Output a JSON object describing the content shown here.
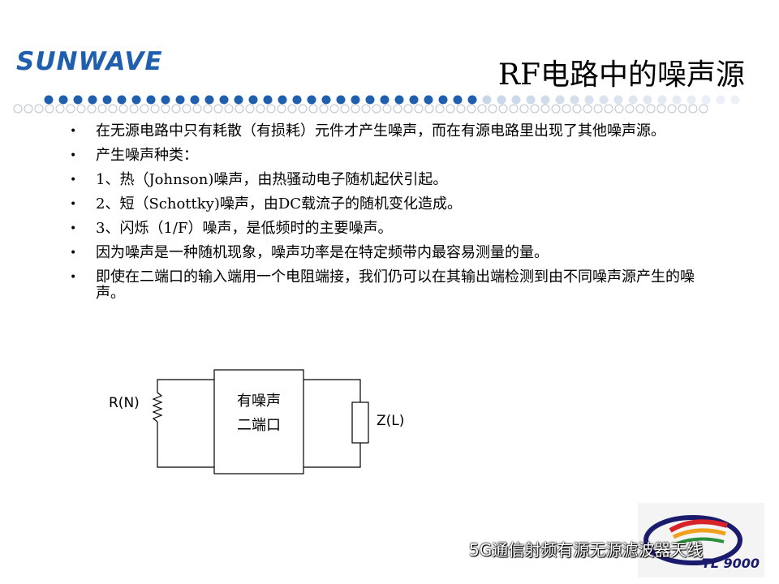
{
  "brand": {
    "logo_text": "SUNWAVE",
    "color": "#1f5fae"
  },
  "title": "RF电路中的噪声源",
  "bullets": [
    "在无源电路中只有耗散（有损耗）元件才产生噪声，而在有源电路里出现了其他噪声源。",
    "产生噪声种类：",
    "1、热（Johnson)噪声，由热骚动电子随机起伏引起。",
    "2、短（Schottky)噪声，由DC载流子的随机变化造成。",
    "3、闪烁（1/F）噪声，是低频时的主要噪声。",
    "因为噪声是一种随机现象，噪声功率是在特定频带内最容易测量的量。",
    "即使在二端口的输入端用一个电阻端接，我们仍可以在其输出端检测到由不同噪声源产生的噪声。"
  ],
  "bullet_symbol": "•",
  "circuit": {
    "source_label": "R(N)",
    "box_line1": "有噪声",
    "box_line2": "二端口",
    "load_label": "Z(L)"
  },
  "corner_logo": {
    "text": "TL 9000"
  },
  "watermark": "5G通信射频有源无源滤波器天线",
  "colors": {
    "dots_dark": "#1f5fae",
    "dots_light": "#c9d6e6",
    "circles": "#b8c4d2"
  }
}
